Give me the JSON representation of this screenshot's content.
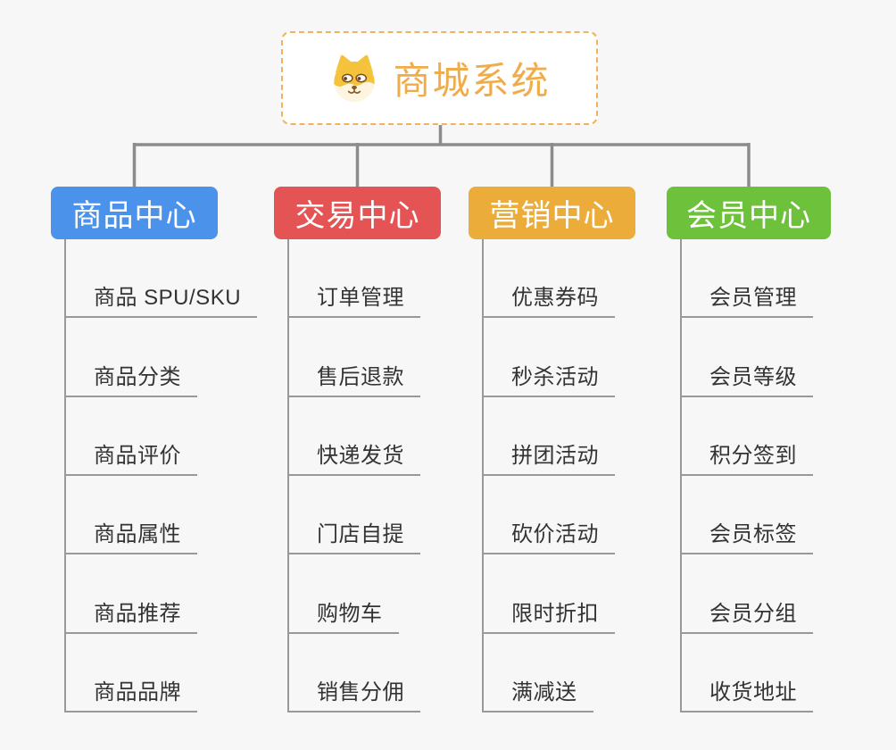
{
  "root": {
    "title": "商城系统",
    "icon": "shiba-dog-icon"
  },
  "branches": [
    {
      "label": "商品中心",
      "color": "#4b92ea",
      "items": [
        "商品 SPU/SKU",
        "商品分类",
        "商品评价",
        "商品属性",
        "商品推荐",
        "商品品牌"
      ]
    },
    {
      "label": "交易中心",
      "color": "#e45454",
      "items": [
        "订单管理",
        "售后退款",
        "快递发货",
        "门店自提",
        "购物车",
        "销售分佣"
      ]
    },
    {
      "label": "营销中心",
      "color": "#ecac39",
      "items": [
        "优惠券码",
        "秒杀活动",
        "拼团活动",
        "砍价活动",
        "限时折扣",
        "满减送"
      ]
    },
    {
      "label": "会员中心",
      "color": "#6ec13a",
      "items": [
        "会员管理",
        "会员等级",
        "积分签到",
        "会员标签",
        "会员分组",
        "收货地址"
      ]
    }
  ],
  "colors": {
    "background": "#f7f7f7",
    "root_border": "#f2b25c",
    "root_title": "#f0ac4a",
    "connector": "#8c8c8c",
    "node_line": "#999999",
    "node_text": "#333333"
  }
}
